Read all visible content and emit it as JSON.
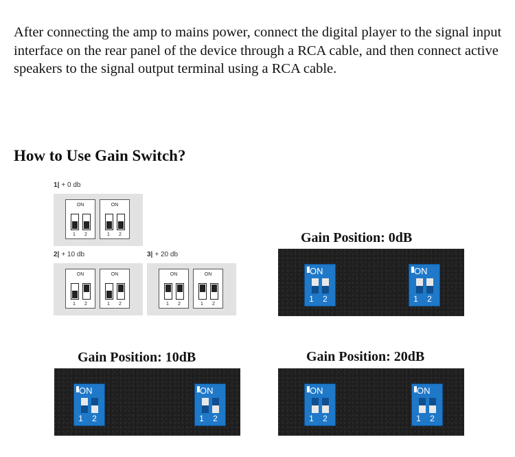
{
  "intro": "After connecting the amp to mains power, connect the digital player to the signal input interface on the rear panel of the device through a RCA cable, and then connect active speakers to the signal output terminal using a RCA cable.",
  "heading": "How to Use Gain Switch?",
  "diagram": {
    "option1": {
      "number": "1|",
      "label": "+ 0 db",
      "on": "ON",
      "n1": "1",
      "n2": "2"
    },
    "option2": {
      "number": "2|",
      "label": "+ 10 db",
      "on": "ON",
      "n1": "1",
      "n2": "2"
    },
    "option3": {
      "number": "3|",
      "label": "+ 20 db",
      "on": "ON",
      "n1": "1",
      "n2": "2"
    }
  },
  "photos": {
    "zero": {
      "title": "Gain Position: 0dB",
      "on": "ON",
      "nums": "1 2"
    },
    "ten": {
      "title": "Gain Position: 10dB",
      "on": "ON",
      "nums": "1 2"
    },
    "twenty": {
      "title": "Gain Position: 20dB",
      "on": "ON",
      "nums": "1 2"
    }
  },
  "colors": {
    "dip_blue": "#1f78c8",
    "panel_dark": "#1e1e1e",
    "diagram_bg": "#e2e2e2"
  }
}
